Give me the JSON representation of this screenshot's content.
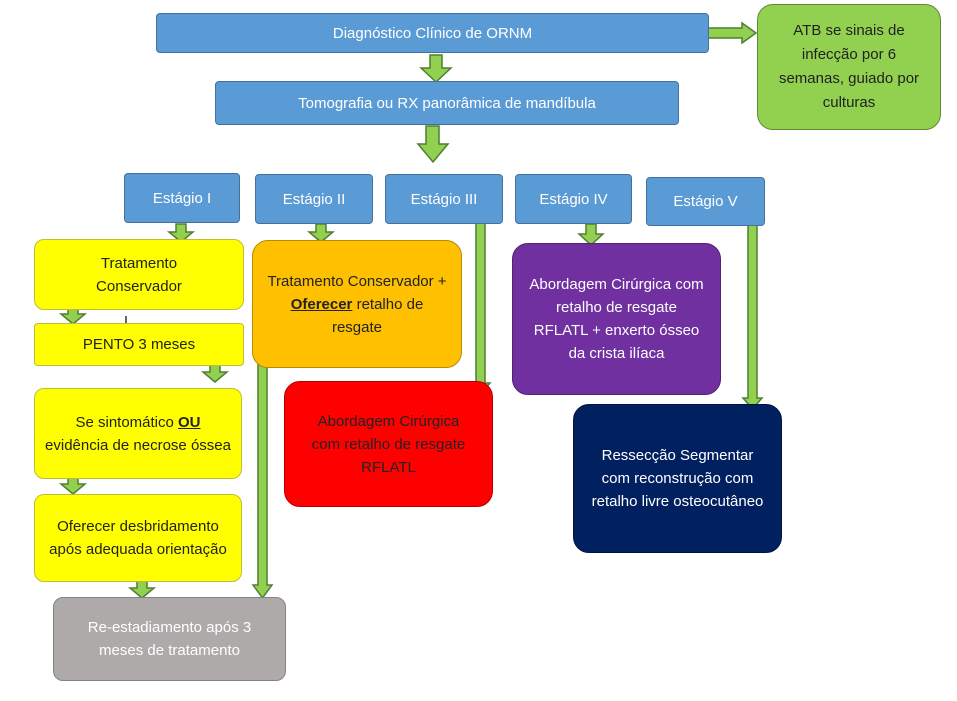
{
  "diagram": {
    "diagnosis": "Diagnóstico Clínico de ORNM",
    "atb_note": "ATB se sinais de infecção por 6 semanas, guiado por culturas",
    "imaging": "Tomografia ou RX panorâmica de mandíbula",
    "stages": [
      "Estágio I",
      "Estágio II",
      "Estágio III",
      "Estágio IV",
      "Estágio V"
    ],
    "stage1": {
      "conservative": "Tratamento Conservador",
      "pento": "PENTO 3 meses",
      "symptomatic_pre": "Se sintomático ",
      "symptomatic_or": "OU",
      "symptomatic_post": " evidência de necrose óssea",
      "debridement": "Oferecer desbridamento após adequada orientação"
    },
    "stage2": {
      "pre": "Tratamento Conservador + ",
      "offer": "Oferecer",
      "post": " retalho de resgate"
    },
    "stage3": "Abordagem Cirúrgica com retalho de resgate RFLATL",
    "stage4": "Abordagem Cirúrgica com retalho de resgate RFLATL + enxerto ósseo da crista ilíaca",
    "stage5": "Ressecção Segmentar com reconstrução com retalho livre osteocutâneo",
    "restaging": "Re-estadiamento após 3 meses de tratamento"
  },
  "colors": {
    "arrow_fill": "#92d050",
    "arrow_stroke": "#507e32"
  }
}
